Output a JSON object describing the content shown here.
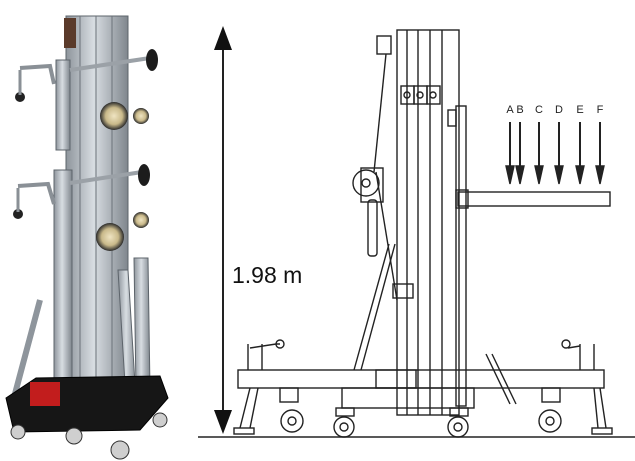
{
  "height_dimension": {
    "value_label": "1.98 m"
  },
  "load_positions": {
    "labels": [
      "A",
      "B",
      "C",
      "D",
      "E",
      "F"
    ]
  },
  "colors": {
    "line": "#222222",
    "photo_aluminium": "#b9bec4",
    "photo_base": "#141414",
    "wheel": "#c9b98a"
  }
}
